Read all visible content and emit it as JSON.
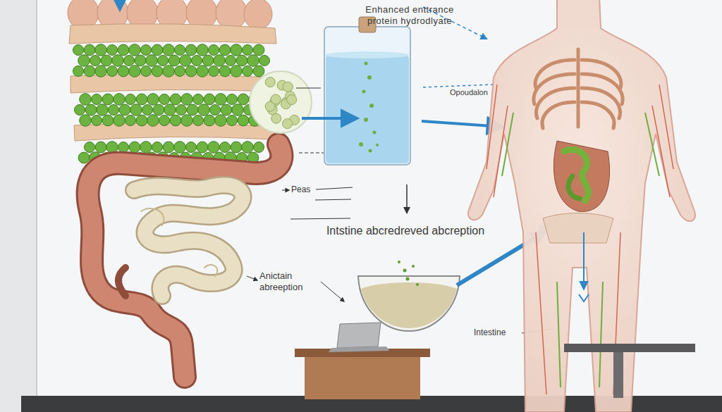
{
  "diagram": {
    "title": "Enhanced enttrance protein hydrodlyate",
    "labels": [
      "Opoudalon",
      "Peas",
      "Intstine abcredreved abcreption",
      "Anictain abreeption",
      "Intestine"
    ]
  }
}
